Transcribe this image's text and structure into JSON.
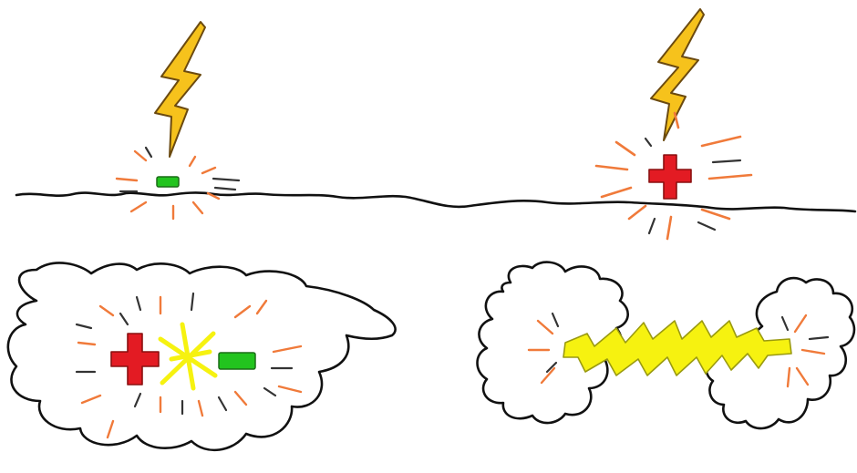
{
  "scene": {
    "background": "#ffffff",
    "colors": {
      "outline": "#111111",
      "bolt_fill": "#f6c21c",
      "bolt_stroke": "#6b4a10",
      "plus_fill": "#e31b23",
      "plus_stroke": "#8a1010",
      "minus_fill": "#22c41e",
      "minus_stroke": "#1b6d17",
      "ray_orange": "#f07a3a",
      "ray_dark": "#333333",
      "spark_yellow": "#f6f210",
      "spark_stroke": "#9a9a10"
    },
    "elements": [
      {
        "id": "ground-line",
        "icon": "ground-line-icon"
      },
      {
        "id": "bolt-left",
        "icon": "lightning-bolt-icon",
        "strikes": "negative-charge-left"
      },
      {
        "id": "negative-charge-left",
        "icon": "minus-icon",
        "charge": "negative"
      },
      {
        "id": "bolt-right",
        "icon": "lightning-bolt-icon",
        "strikes": "positive-charge-right"
      },
      {
        "id": "positive-charge-right",
        "icon": "plus-icon",
        "charge": "positive"
      },
      {
        "id": "cloud-left",
        "icon": "cloud-icon",
        "contains": [
          "plus-icon",
          "spark-star-icon",
          "minus-icon"
        ]
      },
      {
        "id": "cloud-pair-right",
        "icon": "cloud-icon",
        "contains": [
          "zigzag-spark-icon"
        ]
      }
    ]
  }
}
